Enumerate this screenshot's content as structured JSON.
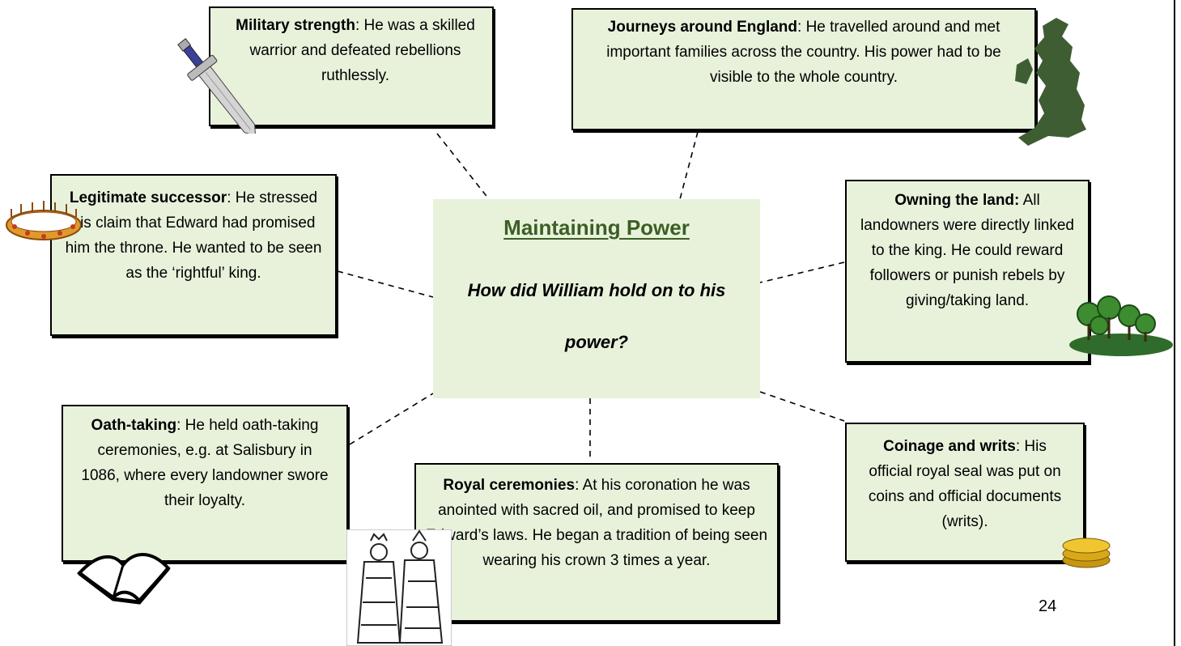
{
  "center": {
    "title": "Maintaining Power",
    "question": "How did William hold on to his power?"
  },
  "boxes": {
    "military": {
      "heading": "Military strength",
      "text": ": He was a skilled warrior and defeated rebellions ruthlessly."
    },
    "journeys": {
      "heading": "Journeys around England",
      "text": ": He travelled around and met important families across the country. His power had to be visible to the whole country."
    },
    "legitimate": {
      "heading": "Legitimate successor",
      "text": ": He stressed his claim that Edward had promised him the throne. He wanted to be seen as the ‘rightful’ king."
    },
    "land": {
      "heading": "Owning the land:",
      "text": " All landowners were directly linked to the king. He could reward followers or punish rebels by giving/taking land."
    },
    "oath": {
      "heading": "Oath-taking",
      "text": ": He held oath-taking ceremonies, e.g. at Salisbury in 1086, where every landowner swore their loyalty."
    },
    "royal": {
      "heading": "Royal ceremonies",
      "text": ": At his coronation he was anointed with sacred oil, and promised to keep Edward’s laws. He began a tradition of being seen wearing his crown 3 times a year."
    },
    "coinage": {
      "heading": "Coinage and writs",
      "text": ": His official royal seal was put on coins and official documents (writs)."
    }
  },
  "page_number": "24",
  "icons": [
    "sword-icon",
    "britain-map-icon",
    "crown-icon",
    "trees-icon",
    "book-icon",
    "kings-engraving-icon",
    "gold-coins-icon"
  ],
  "colors": {
    "box_fill": "#e8f2db",
    "title": "#3c5e26",
    "map": "#3f5d32",
    "gold": "#e8b820"
  }
}
